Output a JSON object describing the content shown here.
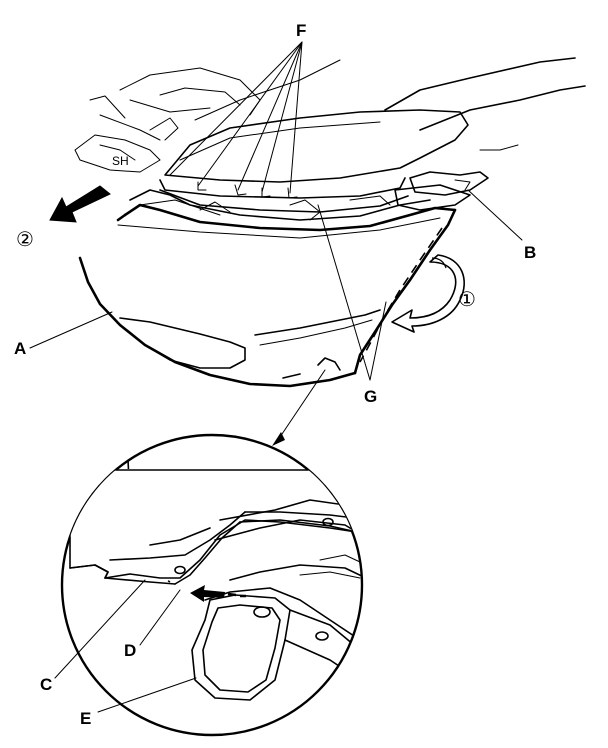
{
  "callouts": {
    "a": "A",
    "b": "B",
    "c": "C",
    "d": "D",
    "e": "E",
    "f": "F",
    "g": "G"
  },
  "steps": {
    "one": "①",
    "two": "②"
  }
}
